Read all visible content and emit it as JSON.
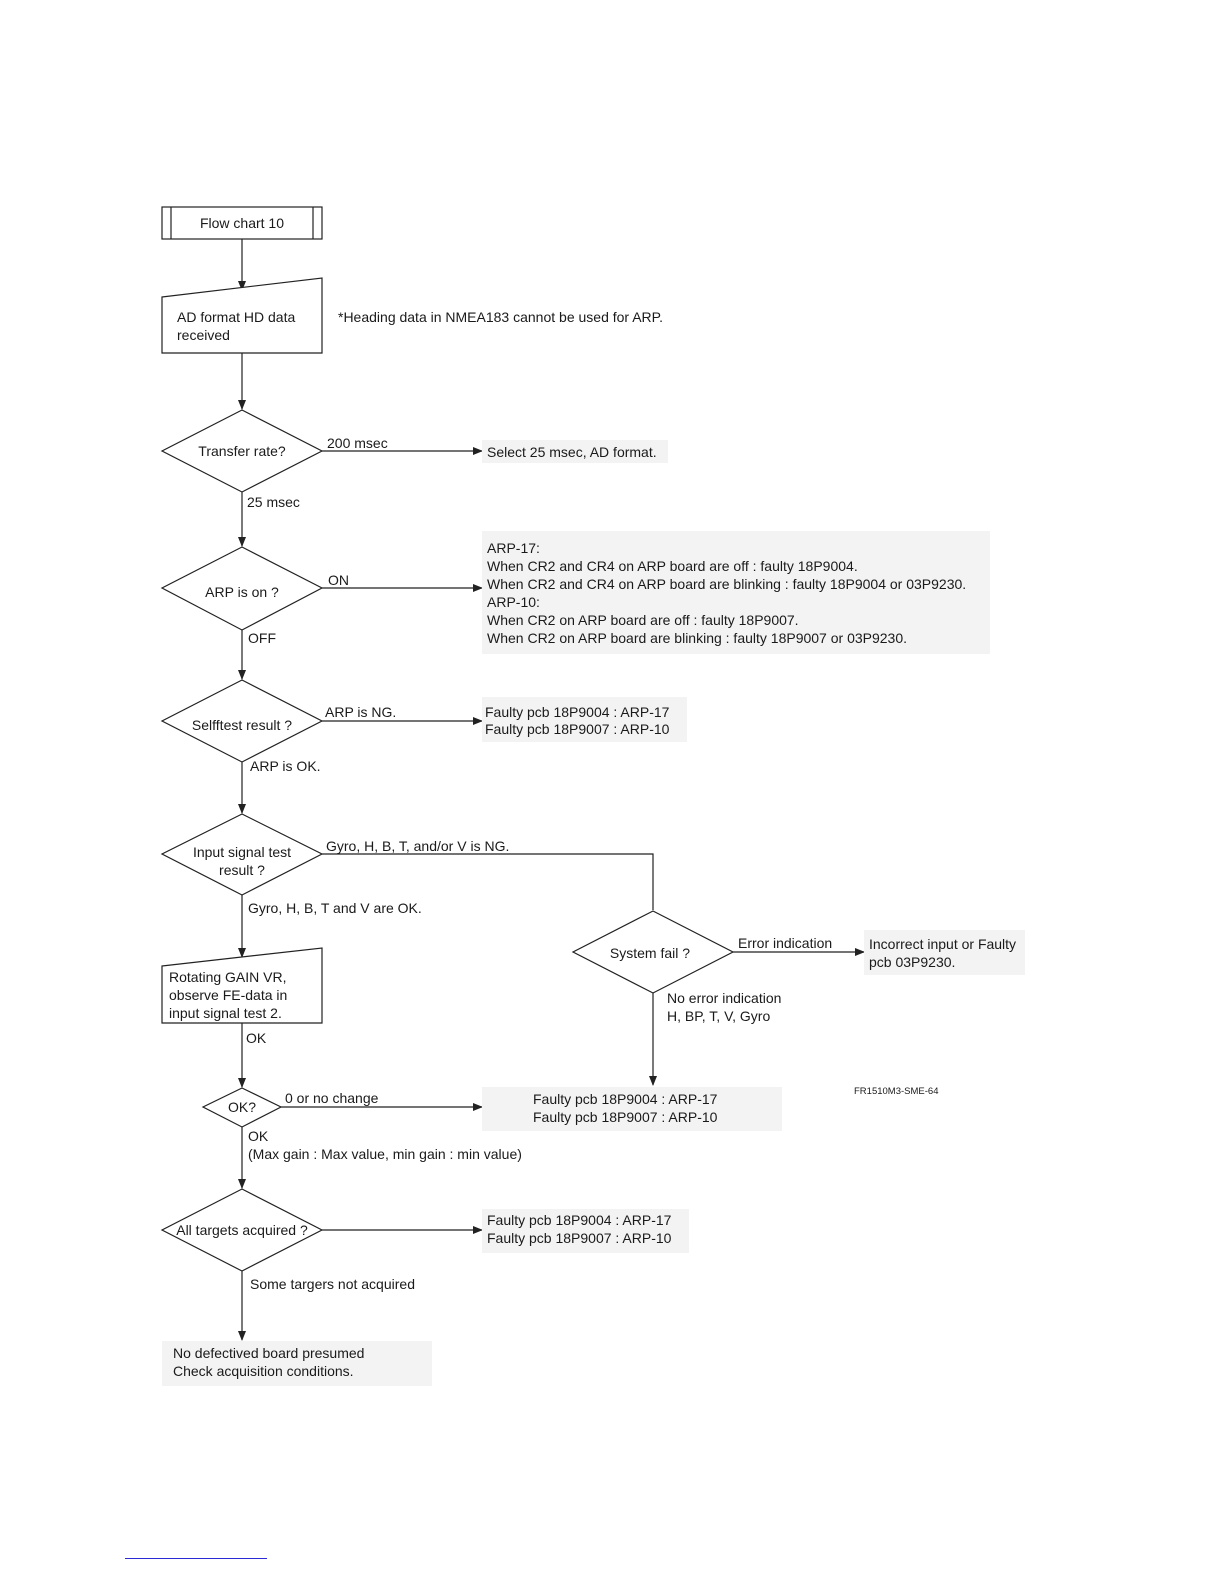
{
  "title_box": "Flow chart 10",
  "input_box": [
    "AD format HD data",
    "received"
  ],
  "note": "*Heading data in NMEA183 cannot be used for ARP.",
  "transfer": {
    "question": "Transfer rate?",
    "yes_label": "200 msec",
    "result": "Select 25 msec, AD format.",
    "no_label": "25 msec"
  },
  "arp_on": {
    "question": "ARP is on ?",
    "yes_label": "ON",
    "result": [
      "ARP-17:",
      "When CR2 and CR4 on ARP board are off : faulty 18P9004.",
      "When CR2 and CR4 on ARP board are blinking : faulty 18P9004 or 03P9230.",
      "ARP-10:",
      "When CR2 on ARP board are off : faulty 18P9007.",
      "When CR2 on ARP board are blinking : faulty 18P9007 or 03P9230."
    ],
    "no_label": "OFF"
  },
  "selftest": {
    "question": "Selfftest result ?",
    "ng_label": "ARP is NG.",
    "result": [
      "Faulty pcb 18P9004 : ARP-17",
      "Faulty pcb 18P9007 : ARP-10"
    ],
    "ok_label": "ARP is OK."
  },
  "input_signal": {
    "question": [
      "Input signal test",
      "result ?"
    ],
    "ng_label": "Gyro, H, B, T, and/or V is NG.",
    "ok_label": "Gyro, H, B, T and V are OK."
  },
  "system_fail": {
    "question": "System fail ?",
    "yes_label": "Error indication",
    "result": [
      "Incorrect input or Faulty",
      "pcb 03P9230."
    ],
    "no_label": [
      "No error indication",
      "H, BP, T, V, Gyro"
    ]
  },
  "rotating_box": [
    "Rotating GAIN VR,",
    "observe FE-data in",
    "input signal test 2."
  ],
  "rotating_ok": "OK",
  "ok_check": {
    "question": "OK?",
    "no_label": "0 or no change",
    "result": [
      "Faulty pcb 18P9004 : ARP-17",
      "Faulty pcb 18P9007 : ARP-10"
    ],
    "yes_label": [
      "OK",
      "(Max gain : Max value, min gain : min value)"
    ]
  },
  "figure_code": "FR1510M3-SME-64",
  "targets": {
    "question": "All targets acquired ?",
    "result": [
      "Faulty pcb 18P9004 : ARP-17",
      "Faulty pcb 18P9007 : ARP-10"
    ],
    "no_label": "Some targers not acquired"
  },
  "final_box": [
    "No defectived board presumed",
    "Check acquisition conditions."
  ]
}
